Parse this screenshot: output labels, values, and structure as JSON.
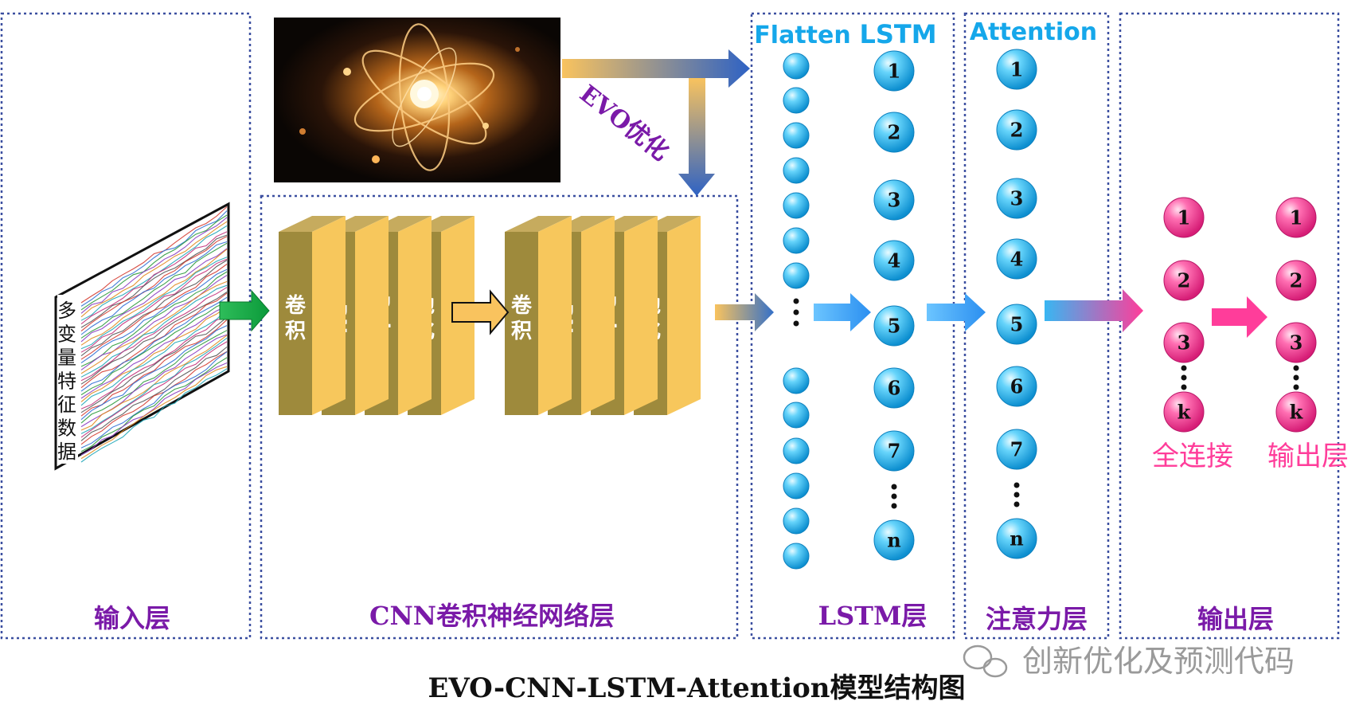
{
  "sections": {
    "input_layer": "输入层",
    "cnn_layer": "CNN卷积神经网络层",
    "lstm_layer": "LSTM层",
    "attention_layer": "注意力层",
    "output_layer": "输出层"
  },
  "column_titles": {
    "flatten": "Flatten",
    "lstm": "LSTM",
    "attention": "Attention"
  },
  "input_data_label": [
    "多",
    "变",
    "量",
    "特",
    "征",
    "数",
    "据"
  ],
  "evo_label": "EVO优化",
  "cnn_block_1": [
    {
      "top": "卷",
      "bottom": "积"
    },
    {
      "top": "BN",
      "bottom": ""
    },
    {
      "top": "Relu",
      "bottom": ""
    },
    {
      "top": "池",
      "bottom": "化"
    }
  ],
  "cnn_block_2": [
    {
      "top": "卷",
      "bottom": "积"
    },
    {
      "top": "BN",
      "bottom": ""
    },
    {
      "top": "Relu",
      "bottom": ""
    },
    {
      "top": "池",
      "bottom": "化"
    }
  ],
  "lstm_nodes": [
    "1",
    "2",
    "3",
    "4",
    "5",
    "6",
    "7",
    "n"
  ],
  "attention_nodes": [
    "1",
    "2",
    "3",
    "4",
    "5",
    "6",
    "7",
    "n"
  ],
  "dense_nodes": [
    "1",
    "2",
    "3",
    "k"
  ],
  "output_nodes": [
    "1",
    "2",
    "3",
    "k"
  ],
  "dense_label": "全连接",
  "output_label": "输出层",
  "caption": "EVO-CNN-LSTM-Attention模型结构图",
  "watermark": "创新优化及预测代码",
  "colors": {
    "section_label": "#7a1aa8",
    "column_title": "#15a7ea",
    "cyan_node": "#29b6ee",
    "pink_node": "#f24a98",
    "cnn_layer_front": "#9e8a3c",
    "cnn_layer_side": "#f7c75c",
    "dashed_border": "#3b4fa0"
  }
}
